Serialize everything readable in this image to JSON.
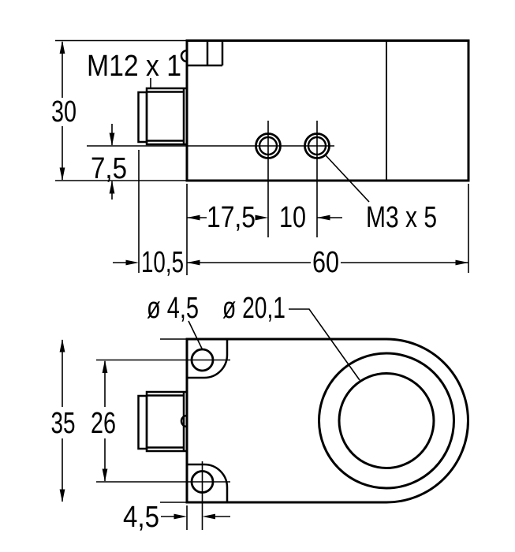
{
  "drawing_type": "technical-dimension-drawing",
  "colors": {
    "line": "#000000",
    "background": "#ffffff"
  },
  "side_view": {
    "thread_label": "M12 x 1",
    "dim_height": "30",
    "dim_face_offset": "7,5",
    "dim_hole1_offset": "17,5",
    "dim_hole_spacing": "10",
    "screw_label": "M3 x 5",
    "dim_connector_protrusion": "10,5",
    "dim_length": "60"
  },
  "front_view": {
    "dim_mount_hole_dia": "ø 4,5",
    "dim_bore_dia": "ø 20,1",
    "dim_height": "35",
    "dim_hole_spacing": "26",
    "dim_hole_edge_offset": "4,5"
  }
}
